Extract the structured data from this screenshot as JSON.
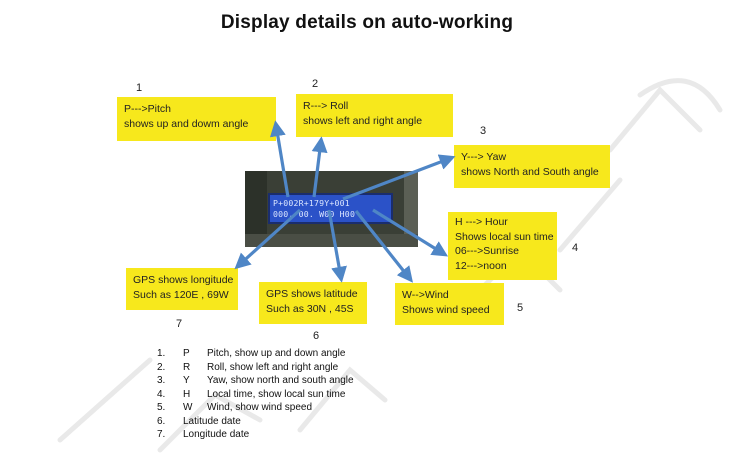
{
  "title": "Display details on auto-working",
  "lcd": {
    "line1": "P+002R+179Y+001",
    "line2": "000. 00. W00 H00"
  },
  "callouts": [
    {
      "id": "pitch",
      "number": "1",
      "lines": [
        "P--->Pitch",
        "shows up and dowm angle"
      ]
    },
    {
      "id": "roll",
      "number": "2",
      "lines": [
        "R---> Roll",
        "shows left and right angle"
      ]
    },
    {
      "id": "yaw",
      "number": "3",
      "lines": [
        "Y---> Yaw",
        "shows North and South angle"
      ]
    },
    {
      "id": "hour",
      "number": "4",
      "lines": [
        "H ---> Hour",
        "Shows local sun time",
        "06--->Sunrise",
        "12--->noon"
      ]
    },
    {
      "id": "wind",
      "number": "5",
      "lines": [
        "W-->Wind",
        "Shows wind  speed"
      ]
    },
    {
      "id": "latitude",
      "number": "6",
      "lines": [
        "GPS  shows latitude",
        "Such as  30N , 45S"
      ]
    },
    {
      "id": "longitude",
      "number": "7",
      "lines": [
        "GPS  shows longitude",
        "Such as 120E , 69W"
      ]
    }
  ],
  "legend": [
    {
      "num": "1.",
      "letter": "P",
      "text": "Pitch, show up and down angle"
    },
    {
      "num": "2.",
      "letter": "R",
      "text": "Roll, show left and right angle"
    },
    {
      "num": "3.",
      "letter": "Y",
      "text": "Yaw, show north and south angle"
    },
    {
      "num": "4.",
      "letter": "H",
      "text": "Local time, show local sun time"
    },
    {
      "num": "5.",
      "letter": "W",
      "text": "Wind, show wind speed"
    },
    {
      "num": "6.",
      "letter": "",
      "text": "Latitude date"
    },
    {
      "num": "7.",
      "letter": "",
      "text": "Longitude date"
    }
  ],
  "colors": {
    "note_bg": "#f7e81c",
    "arrow": "#4f86c6",
    "lcd": "#2b52c8"
  }
}
